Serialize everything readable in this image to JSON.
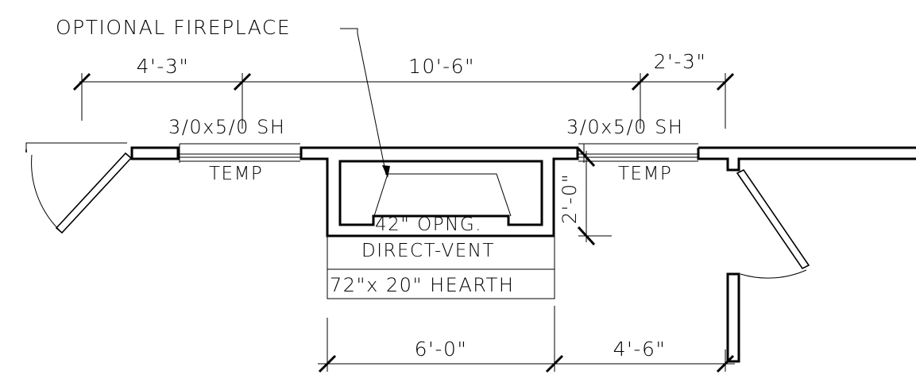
{
  "labels": {
    "fireplace_callout": "OPTIONAL FIREPLACE",
    "window_left": "3/0x5/0 SH",
    "window_right": "3/0x5/0 SH",
    "temp_left": "TEMP",
    "temp_right": "TEMP",
    "opening": "42\" OPNG.",
    "vent": "DIRECT-VENT",
    "hearth": "72\"x 20\" HEARTH"
  },
  "dimensions": {
    "top_left": "4'-3\"",
    "top_middle": "10'-6\"",
    "top_right": "2'-3\"",
    "fireplace_depth": "2'-0\"",
    "bottom_left": "6'-0\"",
    "bottom_right": "4'-6\""
  },
  "colors": {
    "ink": "#000000",
    "paper": "#ffffff"
  }
}
